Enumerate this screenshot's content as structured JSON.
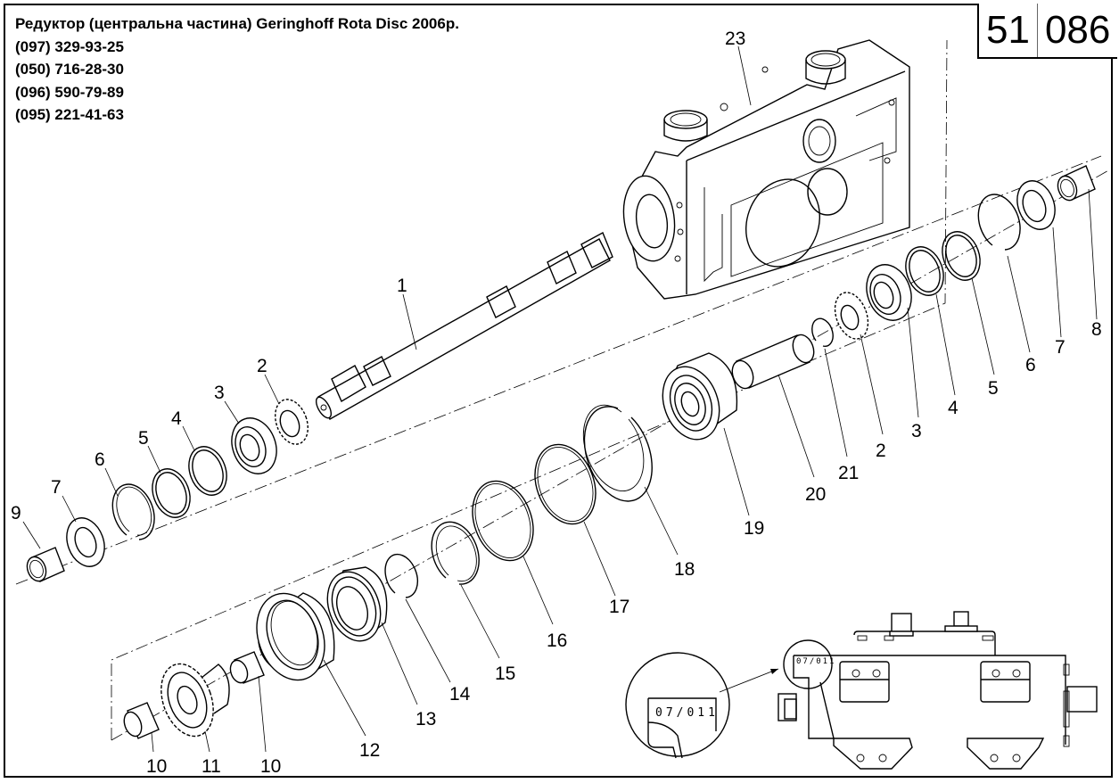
{
  "header": {
    "title": "Редуктор (центральна частина) Geringhoff Rota Disc 2006р.",
    "phones": [
      "(097) 329-93-25",
      "(050) 716-28-30",
      "(096) 590-79-89",
      "(095) 221-41-63"
    ]
  },
  "page_code": {
    "group": "51",
    "page": "086"
  },
  "callouts": {
    "housing": "23",
    "upper_shaft": {
      "shaft": "1",
      "gear": "2",
      "bearing": "3",
      "washer_a": "4",
      "washer_b": "5",
      "circlip": "6",
      "seal": "7",
      "bushing": "9"
    },
    "right_group": {
      "circlip_small": "21",
      "gear": "2",
      "bearing": "3",
      "washer_a": "4",
      "washer_b": "5",
      "circlip": "6",
      "seal": "7",
      "bushing": "8",
      "sleeve": "20",
      "bearing_large": "19"
    },
    "lower_group": {
      "bushing_left": "10",
      "bevel_gear": "11",
      "bushing_right": "10",
      "seal_large": "12",
      "bearing": "13",
      "circlip_small": "14",
      "circlip_large": "15",
      "o_ring_a": "16",
      "o_ring_b": "17",
      "circlip_xl": "18"
    }
  },
  "detail_view": {
    "stamp_code": "07/011",
    "stamp_code_spaced": "0 7 / 0 1 1"
  }
}
